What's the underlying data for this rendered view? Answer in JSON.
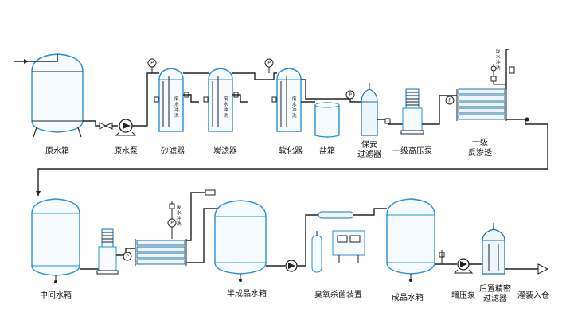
{
  "labels": {
    "raw_water_tank": "原水箱",
    "raw_water_pump": "原水泵",
    "sand_filter": "砂滤器",
    "carbon_filter": "炭滤器",
    "softener": "软化器",
    "salt_tank": "盐箱",
    "security_filter_1": "保安",
    "security_filter_2": "过滤器",
    "high_pressure_pump": "一级高压泵",
    "ro_1": "一级",
    "ro_2": "反渗透",
    "intermediate_tank": "中间水箱",
    "semi_product_tank": "半成品水箱",
    "ozone_sterilizer": "臭氧杀菌装置",
    "product_tank": "成品水箱",
    "booster_pump": "增压泵",
    "post_filter_1": "后置精密",
    "post_filter_2": "过滤器",
    "filling": "灌装入仓"
  },
  "flush_label": {
    "c1": "废",
    "c2": "水",
    "c3": "冲",
    "c4": "洗"
  },
  "gauge_symbol": "P",
  "colors": {
    "vessel": "#2a8fd8",
    "pipe": "#222222"
  }
}
